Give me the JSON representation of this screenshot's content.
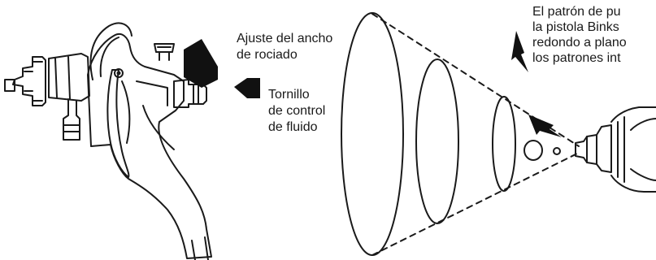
{
  "labels": {
    "spray_width": {
      "line1": "Ajuste del ancho",
      "line2": "de rociado"
    },
    "fluid_screw": {
      "line1": "Tornillo",
      "line2": "de control",
      "line3": "de fluido"
    },
    "pattern_text": {
      "line1": "El patrón de pu",
      "line2": "la pistola Binks",
      "line3": "redondo a plano",
      "line4": "los patrones int"
    }
  },
  "colors": {
    "ink": "#1a1a1a",
    "arrow": "#111111",
    "background": "#ffffff"
  },
  "icons": {
    "spray_gun": "spray-gun-illustration",
    "nozzle": "spray-nozzle-illustration",
    "arrows": "solid-pointer-arrow"
  }
}
